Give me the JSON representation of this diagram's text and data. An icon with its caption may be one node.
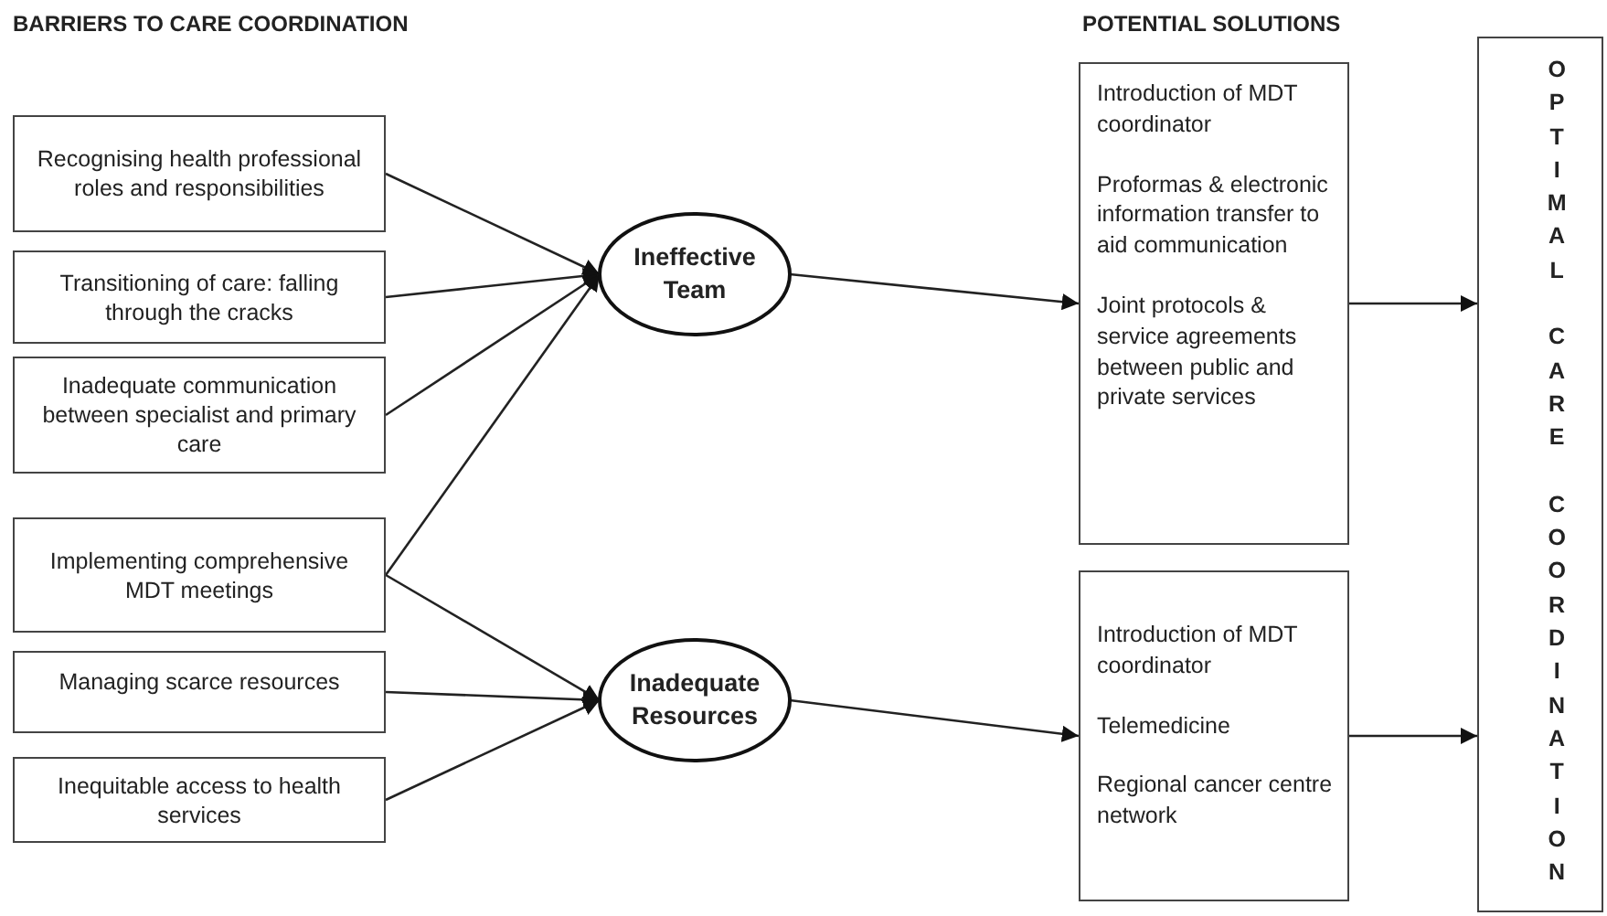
{
  "diagram": {
    "nodes": [
      {
        "text": [
          "Recognising health professional roles and responsibilities"
        ]
      },
      {
        "text": [
          "Transitioning of care: falling through the cracks"
        ]
      },
      {
        "text": [
          "Inadequate communication between specialist and primary care"
        ]
      },
      {
        "text": [
          "Implementing comprehensive MDT meetings"
        ]
      },
      {
        "text": [
          "Managing scarce resources"
        ]
      },
      {
        "text": [
          "Inequitable access to health services"
        ]
      },
      {
        "text": [
          "Ineffective Team"
        ]
      },
      {
        "text": [
          "Inadequate Resources"
        ]
      },
      {
        "text": [
          "Introduction of MDT coordinator",
          "Proformas & electronic information transfer to aid communication",
          "Joint protocols & service agreements between public and private services"
        ]
      },
      {
        "text": [
          "Introduction of MDT coordinator",
          "Telemedicine",
          "Regional cancer centre network"
        ]
      },
      {
        "text": [
          "OPTIMAL CARE COORDINATION"
        ]
      }
    ],
    "edges": [
      {
        "from": 0,
        "to": 6,
        "arrow": "to"
      },
      {
        "from": 1,
        "to": 6,
        "arrow": "to"
      },
      {
        "from": 2,
        "to": 6,
        "arrow": "to"
      },
      {
        "from": 3,
        "to": 6,
        "arrow": "to"
      },
      {
        "from": 3,
        "to": 7,
        "arrow": "to"
      },
      {
        "from": 4,
        "to": 7,
        "arrow": "to"
      },
      {
        "from": 5,
        "to": 7,
        "arrow": "to"
      },
      {
        "from": 6,
        "to": 8,
        "arrow": "to"
      },
      {
        "from": 7,
        "to": 9,
        "arrow": "to"
      },
      {
        "from": 8,
        "to": 10,
        "arrow": "to"
      },
      {
        "from": 9,
        "to": 10,
        "arrow": "to"
      }
    ],
    "labels": [
      "BARRIERS TO CARE COORDINATION",
      "POTENTIAL SOLUTIONS"
    ]
  }
}
